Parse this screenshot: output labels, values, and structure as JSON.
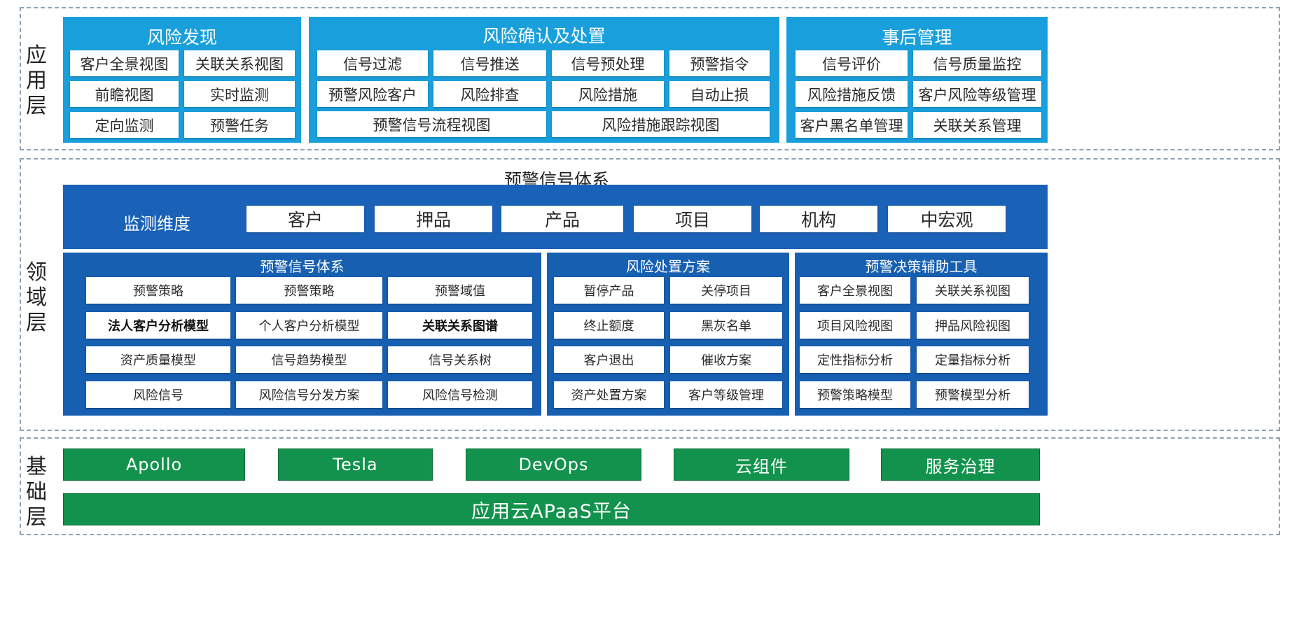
{
  "layers": {
    "app": "应用层",
    "domain": "领域层",
    "base": "基础层"
  },
  "app": {
    "discovery": {
      "title": "风险发现",
      "cells": [
        "客户全景视图",
        "关联关系视图",
        "前瞻视图",
        "实时监测",
        "定向监测",
        "预警任务"
      ]
    },
    "confirm": {
      "title": "风险确认及处置",
      "cells": [
        "信号过滤",
        "信号推送",
        "信号预处理",
        "预警指令",
        "预警风险客户",
        "风险排查",
        "风险措施",
        "自动止损",
        "预警信号流程视图",
        "风险措施跟踪视图"
      ]
    },
    "post": {
      "title": "事后管理",
      "cells": [
        "信号评价",
        "信号质量监控",
        "风险措施反馈",
        "客户风险等级管理",
        "客户黑名单管理",
        "关联关系管理"
      ]
    }
  },
  "domain": {
    "title": "预警信号体系",
    "dimension": {
      "label": "监测维度",
      "items": [
        "客户",
        "押品",
        "产品",
        "项目",
        "机构",
        "中宏观"
      ]
    },
    "signal": {
      "title": "预警信号体系",
      "cells": [
        "预警策略",
        "预警策略",
        "预警域值",
        "法人客户分析模型",
        "个人客户分析模型",
        "关联关系图谱",
        "资产质量模型",
        "信号趋势模型",
        "信号关系树",
        "风险信号",
        "风险信号分发方案",
        "风险信号检测"
      ]
    },
    "disposal": {
      "title": "风险处置方案",
      "cells": [
        "暂停产品",
        "关停项目",
        "终止额度",
        "黑灰名单",
        "客户退出",
        "催收方案",
        "资产处置方案",
        "客户等级管理"
      ]
    },
    "tools": {
      "title": "预警决策辅助工具",
      "cells": [
        "客户全景视图",
        "关联关系视图",
        "项目风险视图",
        "押品风险视图",
        "定性指标分析",
        "定量指标分析",
        "预警策略模型",
        "预警模型分析"
      ]
    }
  },
  "base": {
    "components": [
      "Apollo",
      "Tesla",
      "DevOps",
      "云组件",
      "服务治理"
    ],
    "platform": "应用云APaaS平台"
  },
  "colors": {
    "app_panel": "#199fdc",
    "domain_panel": "#175fb1",
    "base_green": "#12924c"
  }
}
